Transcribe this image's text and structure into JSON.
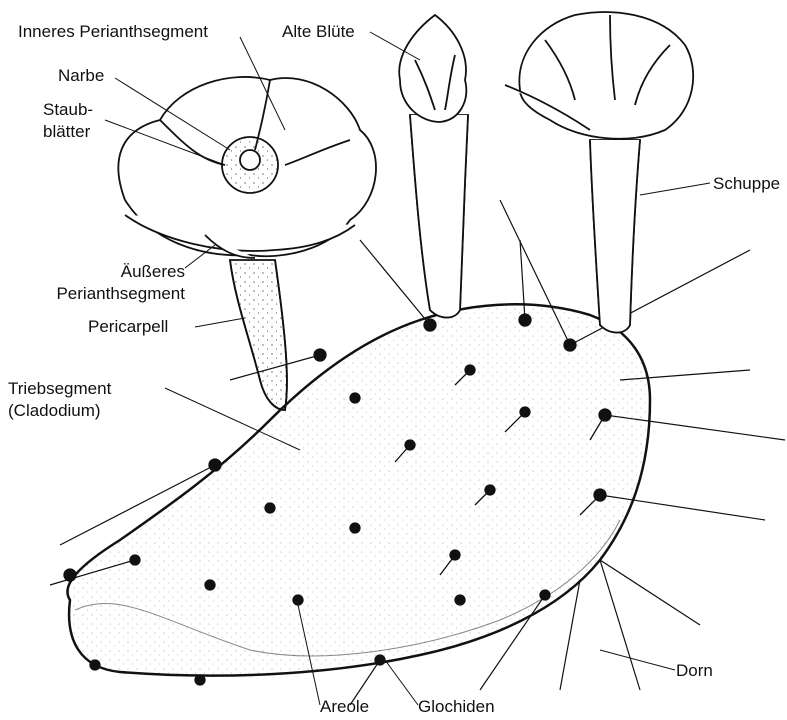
{
  "labels": {
    "inner_perianth": "Inneres Perianthsegment",
    "alte_bluete": "Alte Blüte",
    "narbe": "Narbe",
    "staub_line1": "Staub-",
    "staub_line2": "blätter",
    "schuppe": "Schuppe",
    "aeusseres_line1": "Äußeres",
    "aeusseres_line2": "Perianthsegment",
    "pericarpell": "Pericarpell",
    "trieb_line1": "Triebsegment",
    "trieb_line2": "(Cladodium)",
    "dorn": "Dorn",
    "areole": "Areole",
    "glochiden": "Glochiden"
  },
  "colors": {
    "ink": "#111111",
    "paper": "#ffffff"
  }
}
